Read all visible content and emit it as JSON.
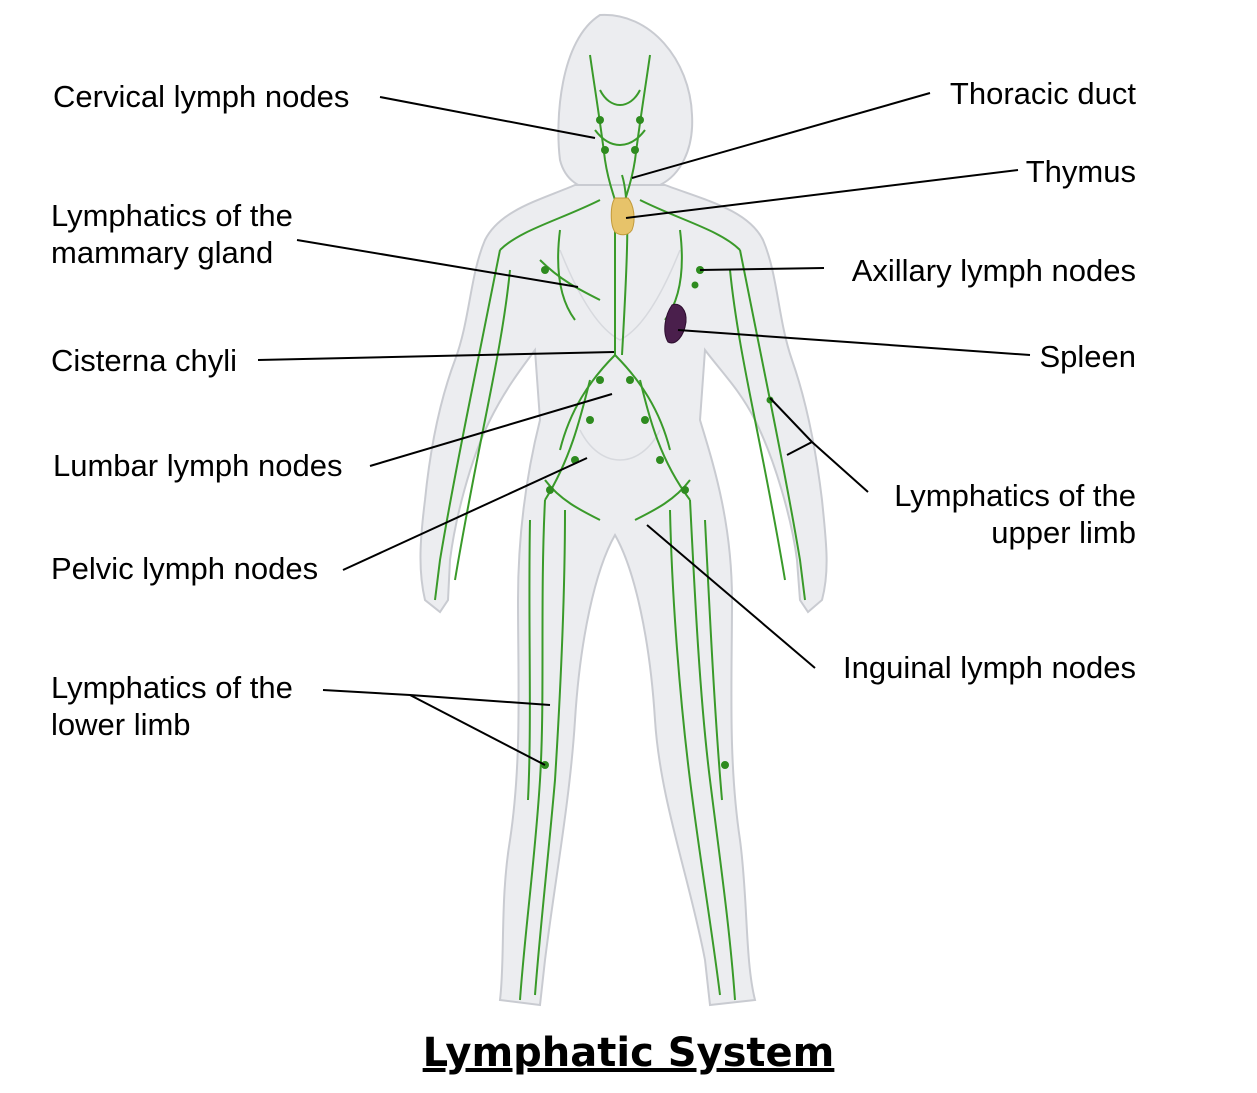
{
  "title": "Lymphatic System",
  "labels": {
    "cervical": "Cervical lymph nodes",
    "mammary_1": "Lymphatics of the",
    "mammary_2": "mammary gland",
    "cisterna": "Cisterna chyli",
    "lumbar": "Lumbar lymph nodes",
    "pelvic": "Pelvic lymph nodes",
    "lower_limb_1": "Lymphatics of the",
    "lower_limb_2": "lower limb",
    "thoracic": "Thoracic duct",
    "thymus": "Thymus",
    "axillary": "Axillary lymph nodes",
    "spleen": "Spleen",
    "upper_limb_1": "Lymphatics of the",
    "upper_limb_2": "upper limb",
    "inguinal": "Inguinal lymph nodes"
  },
  "colors": {
    "vessel": "#3a9a2a",
    "node": "#2e8b1f",
    "body_fill": "#ecedf0",
    "body_outline": "#c9cbd1",
    "thymus": "#e7c36a",
    "spleen": "#4a1f4c",
    "leader": "#000000"
  }
}
